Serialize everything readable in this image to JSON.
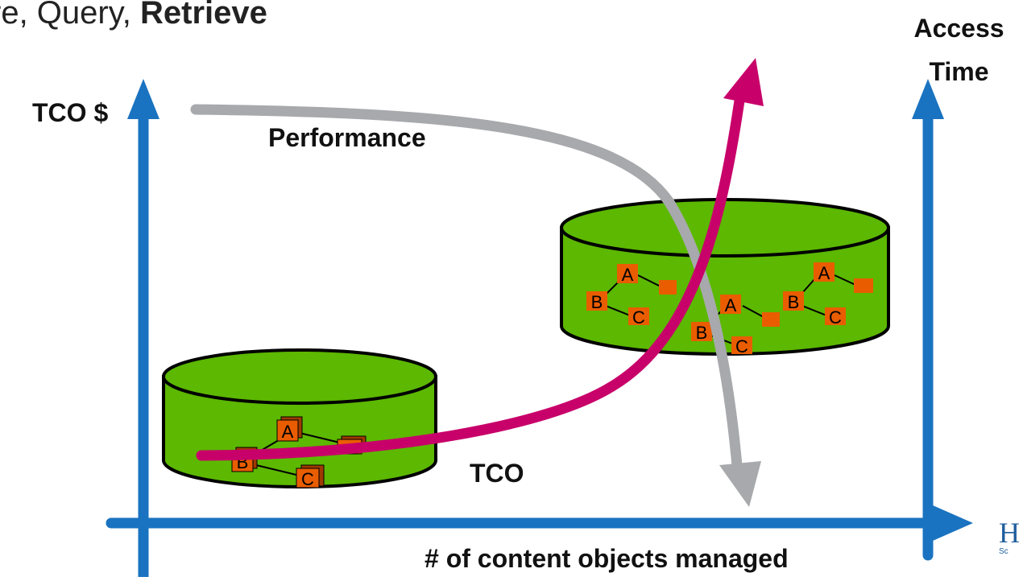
{
  "title": {
    "prefix": "re, Query, ",
    "bold": "Retrieve"
  },
  "axes": {
    "left_label": "TCO $",
    "right_label_line1": "Access",
    "right_label_line2": "Time",
    "x_label": "# of content objects managed"
  },
  "curves": {
    "performance_label": "Performance",
    "tco_label": "TCO"
  },
  "small_cylinder": {
    "nodes": [
      "A",
      "B",
      "C"
    ]
  },
  "large_cylinder": {
    "groups": [
      {
        "nodes": [
          "A",
          "B",
          "C"
        ]
      },
      {
        "nodes": [
          "A",
          "B",
          "C"
        ]
      },
      {
        "nodes": [
          "A",
          "B",
          "C"
        ]
      }
    ]
  },
  "colors": {
    "axis": "#1a73c0",
    "performance_curve": "#a7a9ac",
    "tco_curve": "#c8006a",
    "cylinder_fill": "#5cb800",
    "node_fill": "#e95d00"
  },
  "logo": {
    "text": "H",
    "subtext": "Sc"
  }
}
